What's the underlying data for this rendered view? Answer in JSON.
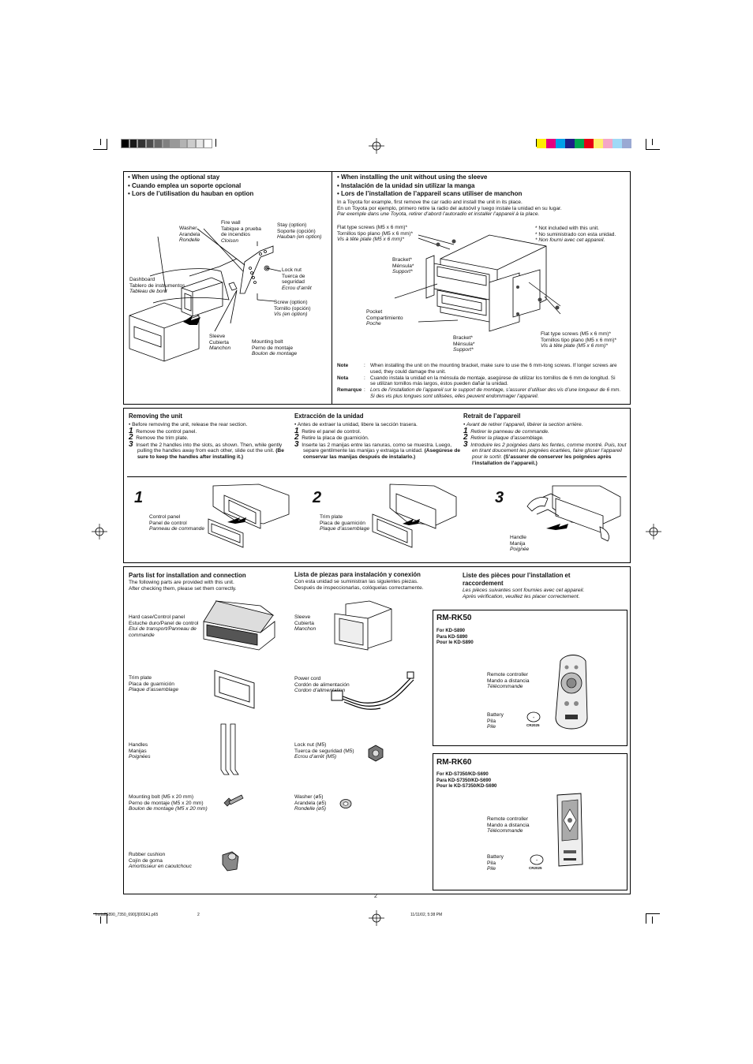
{
  "page_number": "2",
  "footer": {
    "file": "InstallS890_7350_690[J]002A1.p65",
    "page": "2",
    "date": "11/11/02, 5:38 PM"
  },
  "print_marks": {
    "gray_bar": [
      "#000000",
      "#1a1a1a",
      "#333333",
      "#4d4d4d",
      "#666666",
      "#808080",
      "#999999",
      "#b3b3b3",
      "#cccccc",
      "#e6e6e6",
      "#ffffff"
    ],
    "color_bar": [
      "#ffed00",
      "#e4007f",
      "#00a0e9",
      "#1d2088",
      "#00a651",
      "#e60012",
      "#ffef6c",
      "#f4a6c6",
      "#9fd9f6",
      "#9aa9d3"
    ]
  },
  "section1": {
    "left_bullets": [
      "When using the optional stay",
      "Cuando emplea un soporte opcional",
      "Lors de l’utilisation du hauban en option"
    ],
    "labels": {
      "washer": [
        "Washer",
        "Arandela",
        "Rondelle"
      ],
      "fire_wall": [
        "Fire wall",
        "Tabique a prueba",
        "de incendios",
        "Cloison"
      ],
      "stay": [
        "Stay (option)",
        "Soporte (opción)",
        "Hauban (en option)"
      ],
      "lock_nut": [
        "Lock nut",
        "Tuerca de",
        "seguridad",
        "Ecrou d’arrêt"
      ],
      "dashboard": [
        "Dashboard",
        "Tablero de instrumentos",
        "Tableau de bord"
      ],
      "screw": [
        "Screw (option)",
        "Tornillo (opción)",
        "Vis (en option)"
      ],
      "sleeve": [
        "Sleeve",
        "Cubierta",
        "Manchon"
      ],
      "mounting_bolt": [
        "Mounting bolt",
        "Perno de montaje",
        "Boulon de montage"
      ]
    },
    "right_bullets": [
      "When installing the unit without using the sleeve",
      "Instalación de la unidad sin utilizar la manga",
      "Lors de l’installation de l’appareil scans utiliser de manchon"
    ],
    "intro": [
      "In a Toyota for example, first remove the car radio and install the unit in its place.",
      "En un Toyota por ejemplo, primero retire la radio del autoóvil y luego instale la unidad en su lugar.",
      "Par exemple dans une Toyota, retirer d’abord l’autoradio et installer l’appareil à la place."
    ],
    "r_labels": {
      "flat_screws_top": [
        "Flat type screws (M5 x 6 mm)*",
        "Tornillos tipo plano (M5 x 6 mm)*",
        "Vis à tête plate (M5 x 6 mm)*"
      ],
      "not_included": [
        "* Not included with this unit.",
        "* No suministrado con esta unidad.",
        "* Non fourni avec cet appareil."
      ],
      "bracket1": [
        "Bracket*",
        "Ménsula*",
        "Support*"
      ],
      "pocket": [
        "Pocket",
        "Compartimiento",
        "Poche"
      ],
      "bracket2": [
        "Bracket*",
        "Ménsula*",
        "Support*"
      ],
      "flat_screws_bottom": [
        "Flat type screws (M5 x 6 mm)*",
        "Tornillos tipo plano (M5 x 6 mm)*",
        "Vis à tête plate (M5 x 6 mm)*"
      ]
    },
    "notes": [
      {
        "key": "Note",
        "text": "When installing the unit on the mounting bracket, make sure to use the 6 mm-long screws. If longer screws are",
        "text2": "used, they could damage the unit."
      },
      {
        "key": "Nota",
        "text": "Cuando instala la unidad en la ménsula de montaje, asegúrese de utilizar los tornillos de 6 mm de longitud. Si",
        "text2": "se utilizan tornillos más largos, éstos pueden dañar la unidad."
      },
      {
        "key": "Remarque",
        "text": "Lors de l’installation de l’appareil sur le support de montage, s’assurer d’utiliser des vis d’une longueur de 6 mm.",
        "text2": "Si des vis plus longues sont utilisées, elles peuvent endommager l’appareil."
      }
    ]
  },
  "section2": {
    "en": {
      "title": "Removing the unit",
      "pre": "• Before removing the unit, release the rear section.",
      "steps": [
        "Remove the control panel.",
        "Remove the trim plate.",
        "Insert the 2 handles into the slots, as shown. Then, while gently",
        "pulling the handles away from each other, slide out the unit.",
        "(Be",
        "sure to keep the handles after installing it.)"
      ]
    },
    "es": {
      "title": "Extracción de la unidad",
      "pre": "• Antes de extraer la unidad, libere la sección trasera.",
      "steps": [
        "Retire el panel de control.",
        "Retire la placa de guarnición.",
        "Inserte las 2 manijas entre las ranuras, como se muestra. Luego,",
        "separe gentilmente las manijas y extraiga la unidad.",
        "(Asegúrese de",
        "conservar las manijas después de instalarlo.)"
      ]
    },
    "fr": {
      "title": "Retrait de l’appareil",
      "pre": "• Avant de retirer l’appareil, libérer la section arrière.",
      "steps": [
        "Retirer le panneau de commande.",
        "Retirer la plaque d’assemblage.",
        "Introduire les 2 poignées dans les fentes, comme montré. Puis, tout",
        "en tirant doucement les poignées écartées, faire glisser l’appareil",
        "pour le sortir.",
        "(S’assurer de conserver les poignées après",
        "l’installation de l’appareil.)"
      ]
    },
    "nums": [
      "1",
      "2",
      "3"
    ],
    "big": [
      "1",
      "2",
      "3"
    ],
    "fig_labels": {
      "control_panel": [
        "Control panel",
        "Panel de control",
        "Panneau de commande"
      ],
      "trim_plate": [
        "Trim plate",
        "Placa de guarnición",
        "Plaque d’assemblage"
      ],
      "handle": [
        "Handle",
        "Manija",
        "Poignée"
      ]
    }
  },
  "section3": {
    "en_title": "Parts list for installation and connection",
    "en_sub": [
      "The following parts are provided with this unit.",
      "After checking them, please set them correctly."
    ],
    "es_title": "Lista de piezas para instalación y conexión",
    "es_sub": [
      "Con esta unidad se suministran las siguientes piezas.",
      "Después de inspeccionarlas, colóquelas correctamente."
    ],
    "fr_title": [
      "Liste des pièces pour l’installation et",
      "raccordement"
    ],
    "fr_sub": [
      "Les pièces suivantes sont fournies avec cet appareil.",
      "Après vérification, veuillez les placer correctement."
    ],
    "parts": {
      "hard_case": [
        "Hard case/Control panel",
        "Estuche duro/Panel de control",
        "Etui de transport/Panneau de",
        "commande"
      ],
      "sleeve": [
        "Sleeve",
        "Cubierta",
        "Manchon"
      ],
      "trim_plate": [
        "Trim plate",
        "Placa de guarnición",
        "Plaque d’assemblage"
      ],
      "power_cord": [
        "Power cord",
        "Cordón de alimentación",
        "Cordon d’alimentation"
      ],
      "handles": [
        "Handles",
        "Manijas",
        "Poignées"
      ],
      "lock_nut": [
        "Lock nut (M5)",
        "Tuerca de seguridad (M5)",
        "Ecrou d’arrêt (M5)"
      ],
      "mounting_bolt": [
        "Mounting bolt (M5 x 20 mm)",
        "Perno de montaje (M5 x 20 mm)",
        "Boulon de montage (M5 x 20 mm)"
      ],
      "washer": [
        "Washer (ø5)",
        "Arandela (ø5)",
        "Rondelle (ø5)"
      ],
      "rubber": [
        "Rubber cushion",
        "Cojín de goma",
        "Amortisseur en caoutchouc"
      ]
    },
    "rk50": {
      "title": "RM-RK50",
      "models": [
        "For KD-S890",
        "Para KD-S890",
        "Pour le KD-S890"
      ],
      "remote": [
        "Remote controller",
        "Mando a distancia",
        "Télécommande"
      ],
      "battery": [
        "Battery",
        "Pila",
        "Pile"
      ],
      "cell": "CR2025"
    },
    "rk60": {
      "title": "RM-RK60",
      "models": [
        "For KD-S7350/KD-S690",
        "Para KD-S7350/KD-S690",
        "Pour le KD-S7350/KD-S690"
      ],
      "remote": [
        "Remote controller",
        "Mando a distancia",
        "Télécommande"
      ],
      "battery": [
        "Battery",
        "Pila",
        "Pile"
      ],
      "cell": "CR2025"
    }
  }
}
